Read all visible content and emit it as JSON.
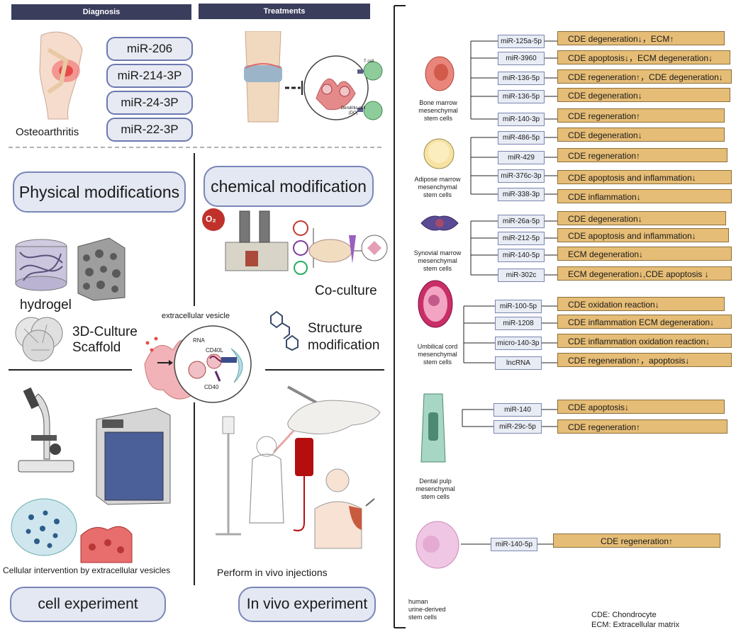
{
  "headers": {
    "diagnosis": "Diagnosis",
    "treatments": "Treatments"
  },
  "diagnosis": {
    "disease": "Osteoarthritis",
    "markers": [
      "miR-206",
      "miR-214-3P",
      "miR-24-3P",
      "miR-22-3P"
    ]
  },
  "treatment_labels": {
    "t_cell": "T cell",
    "dc": "Dendritic cell (DC)"
  },
  "physical": {
    "title": "Physical modifications",
    "hydrogel": "hydrogel",
    "scaffold_line1": "3D-Culture",
    "scaffold_line2": "Scaffold"
  },
  "chemical": {
    "title": "chemical modification",
    "o2": "O₂",
    "coculture": "Co-culture",
    "structure_line1": "Structure",
    "structure_line2": "modification"
  },
  "ev": {
    "title": "extracellular vesicle",
    "rna": "RNA",
    "cd40l": "CD40L",
    "cd40": "CD40"
  },
  "cell_exp": {
    "caption": "Cellular intervention by extracellular vesicles",
    "title": "cell experiment"
  },
  "vivo_exp": {
    "caption": "Perform in vivo injections",
    "title": "In vivo experiment"
  },
  "sources": [
    {
      "name_lines": [
        "Bone marrow",
        "mesenchymal",
        "stem cells"
      ],
      "items": [
        {
          "mir": "miR-125a-5p",
          "effect": "CDE degeneration↓，ECM↑"
        },
        {
          "mir": "miR-3960",
          "effect": "CDE apoptosis↓，ECM degeneration↓"
        },
        {
          "mir": "miR-136-5p",
          "effect": "CDE regeneration↑，CDE degeneration↓"
        },
        {
          "mir": "miR-136-5p",
          "effect": "CDE degeneration↓"
        },
        {
          "mir": "miR-140-3p",
          "effect": "CDE regeneration↑"
        }
      ]
    },
    {
      "name_lines": [
        "Adipose marrow",
        "mesenchymal",
        "stem cells"
      ],
      "items": [
        {
          "mir": "miR-486-5p",
          "effect": "CDE degeneration↓"
        },
        {
          "mir": "miR-429",
          "effect": "CDE regeneration↑"
        },
        {
          "mir": "miR-376c-3p",
          "effect": "CDE apoptosis and inflammation↓"
        },
        {
          "mir": "miR-338-3p",
          "effect": "CDE inflammation↓"
        }
      ]
    },
    {
      "name_lines": [
        "Synovial marrow",
        "mesenchymal",
        "stem cells"
      ],
      "items": [
        {
          "mir": "miR-26a-5p",
          "effect": "CDE degeneration↓"
        },
        {
          "mir": "miR-212-5p",
          "effect": "CDE apoptosis and inflammation↓"
        },
        {
          "mir": "miR-140-5p",
          "effect": "ECM degeneration↓"
        },
        {
          "mir": "miR-302c",
          "effect": "ECM degeneration↓,CDE apoptosis ↓"
        }
      ]
    },
    {
      "name_lines": [
        "Umbilical cord",
        "mesenchymal",
        "stem cells"
      ],
      "items": [
        {
          "mir": "miR-100-5p",
          "effect": "CDE oxidation reaction↓"
        },
        {
          "mir": "miR-1208",
          "effect": "CDE inflammation  ECM degeneration↓"
        },
        {
          "mir": "micro-140-3p",
          "effect": "CDE inflammation oxidation reaction↓"
        },
        {
          "mir": "lncRNA",
          "effect": "CDE regeneration↑，apoptosis↓"
        }
      ]
    },
    {
      "name_lines": [
        "Dental pulp",
        "mesenchymal",
        "stem cells"
      ],
      "items": [
        {
          "mir": "miR-140",
          "effect": "CDE apoptosis↓"
        },
        {
          "mir": "miR-29c-5p",
          "effect": "CDE regeneration↑"
        }
      ]
    },
    {
      "name_lines": [
        "human",
        "urine-derived",
        "stem cells"
      ],
      "items": [
        {
          "mir": "miR-140-5p",
          "effect": "CDE regeneration↑"
        }
      ]
    }
  ],
  "legend": {
    "cde": "CDE:  Chondrocyte",
    "ecm": "ECM:  Extracellular matrix"
  },
  "colors": {
    "header": "#3a3d5c",
    "pill_border": "#6c78b0",
    "effect_box": "#e6bd76",
    "mir_box": "#e8ecf4"
  }
}
